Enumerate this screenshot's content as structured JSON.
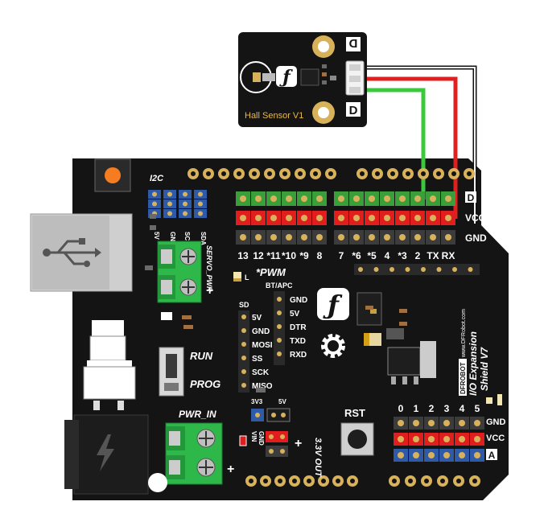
{
  "sensor": {
    "name": "Hall Sensor V1",
    "port_letter": "D",
    "logo_glyph": "ƒ"
  },
  "shield": {
    "brand": "DFROBOT",
    "website": "www.DFRobot.com",
    "model_line1": "I/O Expansion",
    "model_line2": "Shield V7",
    "i2c_label": "I2C",
    "i2c_pins": [
      "5V",
      "GND",
      "SCL",
      "SDA"
    ],
    "servo_pwr_label": "SERVO_PWR",
    "plus_sign": "+",
    "led_label": "L",
    "pwm_label": "*PWM",
    "digital_pins": [
      "13",
      "12",
      "*11",
      "*10",
      "*9",
      "8",
      "7",
      "*6",
      "*5",
      "4",
      "*3",
      "2",
      "TX",
      "RX"
    ],
    "row_labels": {
      "digital": "D",
      "vcc": "VCC",
      "gnd": "GND",
      "analog": "A"
    },
    "bt_apc_label": "BT/APC",
    "bt_pins": [
      "GND",
      "5V",
      "DTR",
      "TXD",
      "RXD"
    ],
    "sd_label": "SD",
    "sd_pins": [
      "5V",
      "GND",
      "MOSI",
      "SS",
      "SCK",
      "MISO"
    ],
    "run_label": "RUN",
    "prog_label": "PROG",
    "pwr_in_label": "PWR_IN",
    "volt_3v3": "3V3",
    "volt_5v": "5V",
    "vin_label": "VIN",
    "gnd_small": "GND",
    "out_33_label": "3.3V OUT",
    "rst_label": "RST",
    "analog_pins": [
      "0",
      "1",
      "2",
      "3",
      "4",
      "5"
    ],
    "analog_gnd": "GND",
    "analog_vcc": "VCC"
  },
  "colors": {
    "board": "#141414",
    "pin_green": "#3a9e3a",
    "pin_red": "#e01e1e",
    "pin_black": "#3c3c3c",
    "pin_blue": "#2f5aa8",
    "gold": "#d8b25a",
    "wire_green": "#3cc83c",
    "wire_red": "#e02020",
    "terminal_green": "#2fb84a"
  }
}
